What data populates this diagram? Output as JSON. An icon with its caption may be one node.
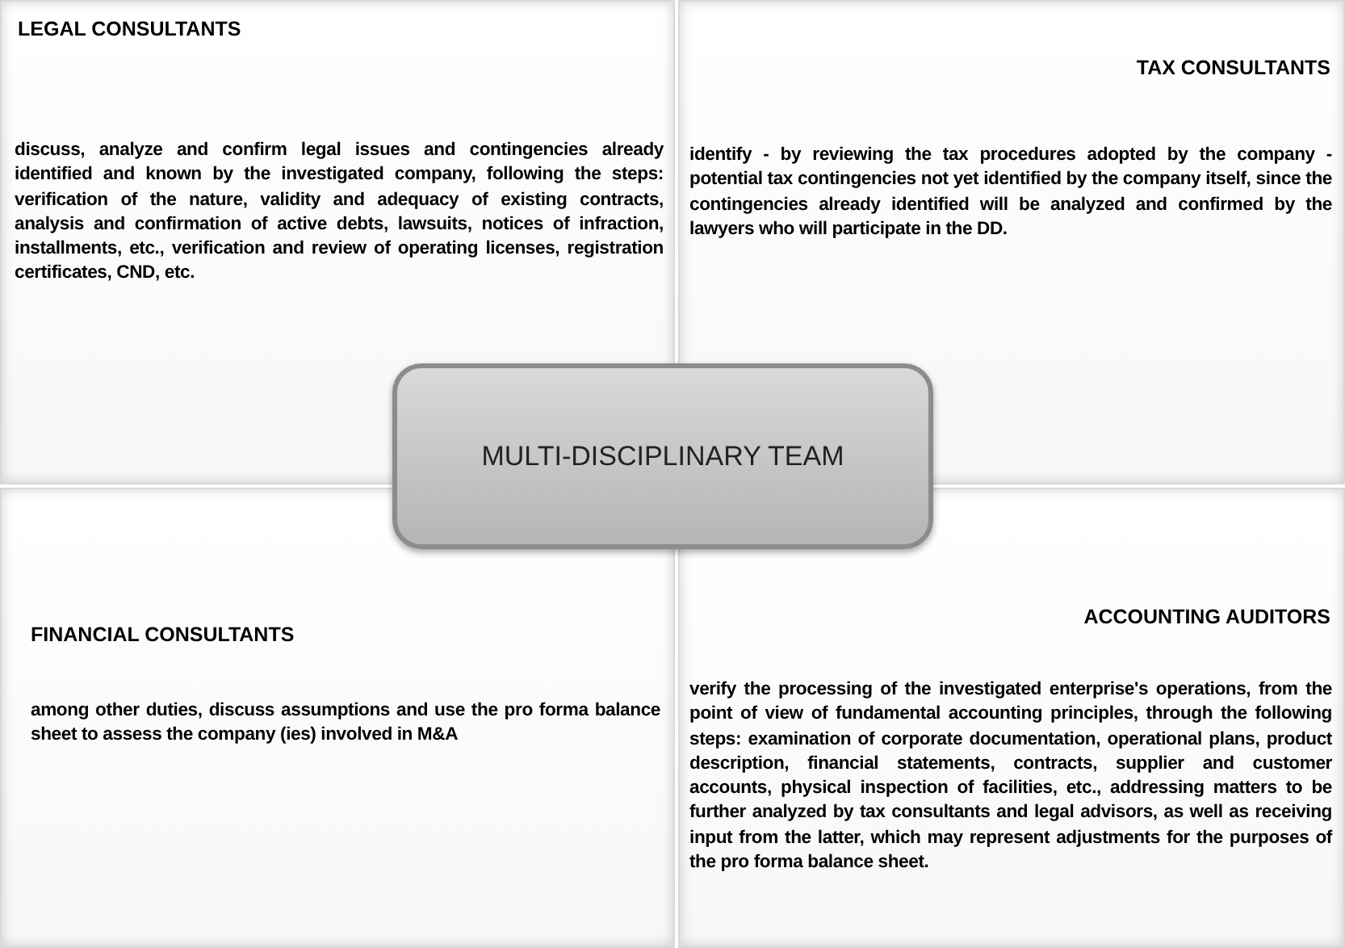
{
  "diagram": {
    "nodes": [
      {
        "text": [
          "LEGAL CONSULTANTS",
          "discuss, analyze and confirm legal issues and contingencies already identified and known by the investigated company, following the steps: verification of the nature, validity and adequacy of existing contracts, analysis and confirmation of active debts, lawsuits, notices of infraction, installments, etc., verification and review of operating licenses, registration certificates, CND, etc."
        ]
      },
      {
        "text": [
          "TAX CONSULTANTS",
          "identify - by reviewing the tax procedures adopted by the company - potential tax contingencies not yet identified by the company itself, since the contingencies already identified will be analyzed and confirmed by the lawyers who will participate in the DD."
        ]
      },
      {
        "text": [
          "MULTI-DISCIPLINARY TEAM"
        ]
      },
      {
        "text": [
          "FINANCIAL CONSULTANTS",
          "among other duties, discuss assumptions and use the pro forma balance sheet to assess the company (ies) involved in M&A"
        ]
      },
      {
        "text": [
          "ACCOUNTING AUDITORS",
          "verify the processing of the investigated enterprise's operations, from the point of view of fundamental accounting principles, through the following steps: examination of corporate documentation, operational plans, product description, financial statements, contracts, supplier and customer accounts, physical inspection of facilities, etc., addressing matters to be further analyzed by tax consultants and legal advisors, as well as receiving input from the latter, which may represent adjustments for the purposes of the pro forma balance sheet."
        ]
      }
    ],
    "edges": []
  }
}
